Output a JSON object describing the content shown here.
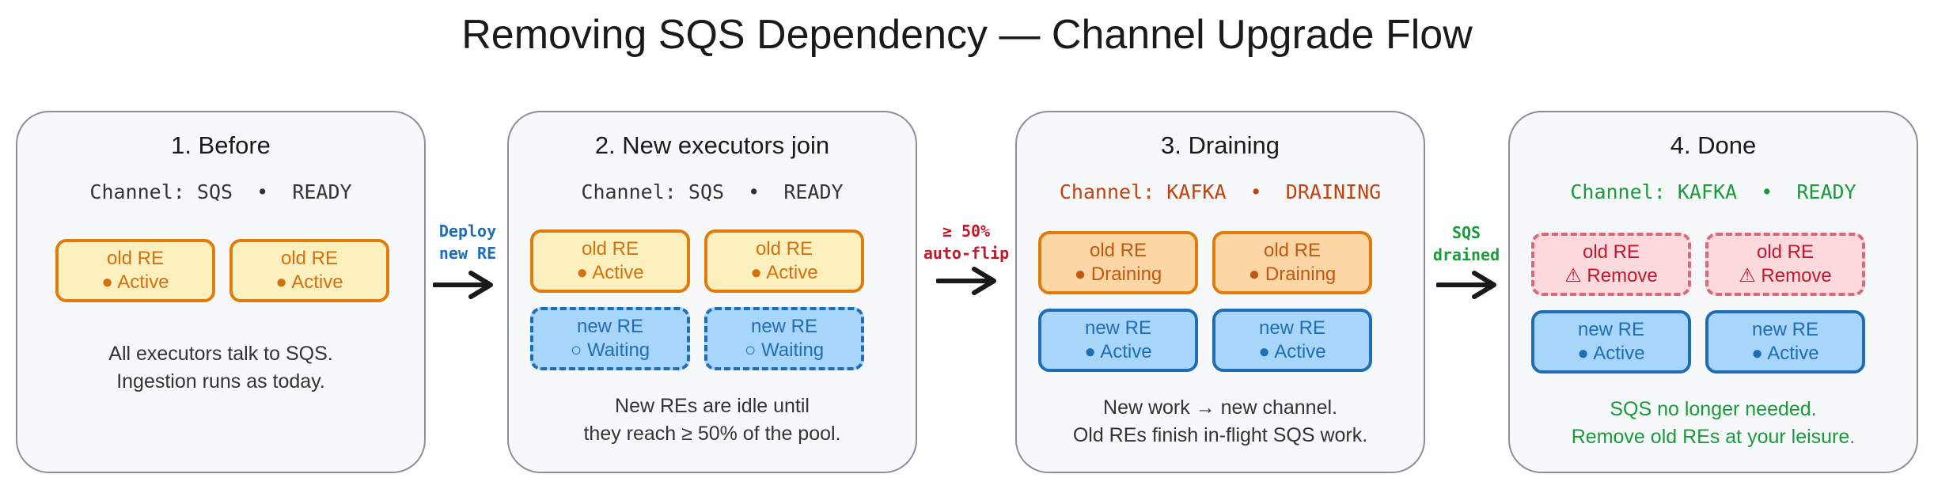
{
  "title": "Removing SQS Dependency — Channel Upgrade Flow",
  "colors": {
    "neutral_text": "#333333",
    "draining_text": "#c2410c",
    "done_text": "#1a9a3a",
    "deploy_label": "#1f6db5",
    "flip_label": "#c2182b",
    "drained_label": "#1a9a3a"
  },
  "panels": [
    {
      "title": "1. Before",
      "channel": {
        "prefix": "Channel:",
        "name": "SQS",
        "sep": "•",
        "state": "READY"
      },
      "tiles": [
        {
          "label": "old RE",
          "status": "● Active"
        },
        {
          "label": "old RE",
          "status": "● Active"
        }
      ],
      "caption": [
        "All executors talk to SQS.",
        "Ingestion runs as today."
      ]
    },
    {
      "title": "2. New executors join",
      "channel": {
        "prefix": "Channel:",
        "name": "SQS",
        "sep": "•",
        "state": "READY"
      },
      "tiles": [
        {
          "label": "old RE",
          "status": "● Active"
        },
        {
          "label": "old RE",
          "status": "● Active"
        },
        {
          "label": "new RE",
          "status": "○ Waiting"
        },
        {
          "label": "new RE",
          "status": "○ Waiting"
        }
      ],
      "caption": [
        "New REs are idle until",
        "they reach ≥ 50% of the pool."
      ]
    },
    {
      "title": "3. Draining",
      "channel": {
        "prefix": "Channel:",
        "name": "KAFKA",
        "sep": "•",
        "state": "DRAINING"
      },
      "tiles": [
        {
          "label": "old RE",
          "status": "● Draining"
        },
        {
          "label": "old RE",
          "status": "● Draining"
        },
        {
          "label": "new RE",
          "status": "● Active"
        },
        {
          "label": "new RE",
          "status": "● Active"
        }
      ],
      "caption": [
        "New work → new channel.",
        "Old REs finish in-flight SQS work."
      ]
    },
    {
      "title": "4. Done",
      "channel": {
        "prefix": "Channel:",
        "name": "KAFKA",
        "sep": "•",
        "state": "READY"
      },
      "tiles": [
        {
          "label": "old RE",
          "status": "⚠ Remove"
        },
        {
          "label": "old RE",
          "status": "⚠ Remove"
        },
        {
          "label": "new RE",
          "status": "● Active"
        },
        {
          "label": "new RE",
          "status": "● Active"
        }
      ],
      "caption": [
        "SQS no longer needed.",
        "Remove old REs at your leisure."
      ]
    }
  ],
  "arrows": [
    {
      "lines": [
        "Deploy",
        "new RE"
      ]
    },
    {
      "lines": [
        "≥ 50%",
        "auto-flip"
      ]
    },
    {
      "lines": [
        "SQS",
        "drained"
      ]
    }
  ]
}
